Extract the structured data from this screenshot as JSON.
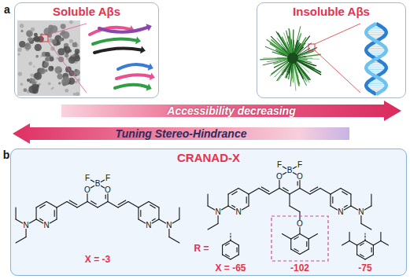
{
  "diagram": {
    "nodes": [
      {
        "text": [
          "Soluble Aβs"
        ]
      },
      {
        "text": [
          "Insoluble Aβs"
        ]
      },
      {
        "text": [
          "Accessibility decreasing"
        ]
      },
      {
        "text": [
          "Tuning Stereo-Hindrance"
        ]
      },
      {
        "text": [
          "CRANAD-X"
        ]
      }
    ],
    "labels": [
      "a",
      "b",
      "F",
      "F",
      "B",
      "O",
      "O",
      "N",
      "N",
      "N",
      "N",
      "X = -3",
      "F",
      "F",
      "B",
      "O",
      "O",
      "N",
      "N",
      "N",
      "N",
      "O",
      "R =",
      "X = -65",
      "-102",
      "-75"
    ]
  }
}
